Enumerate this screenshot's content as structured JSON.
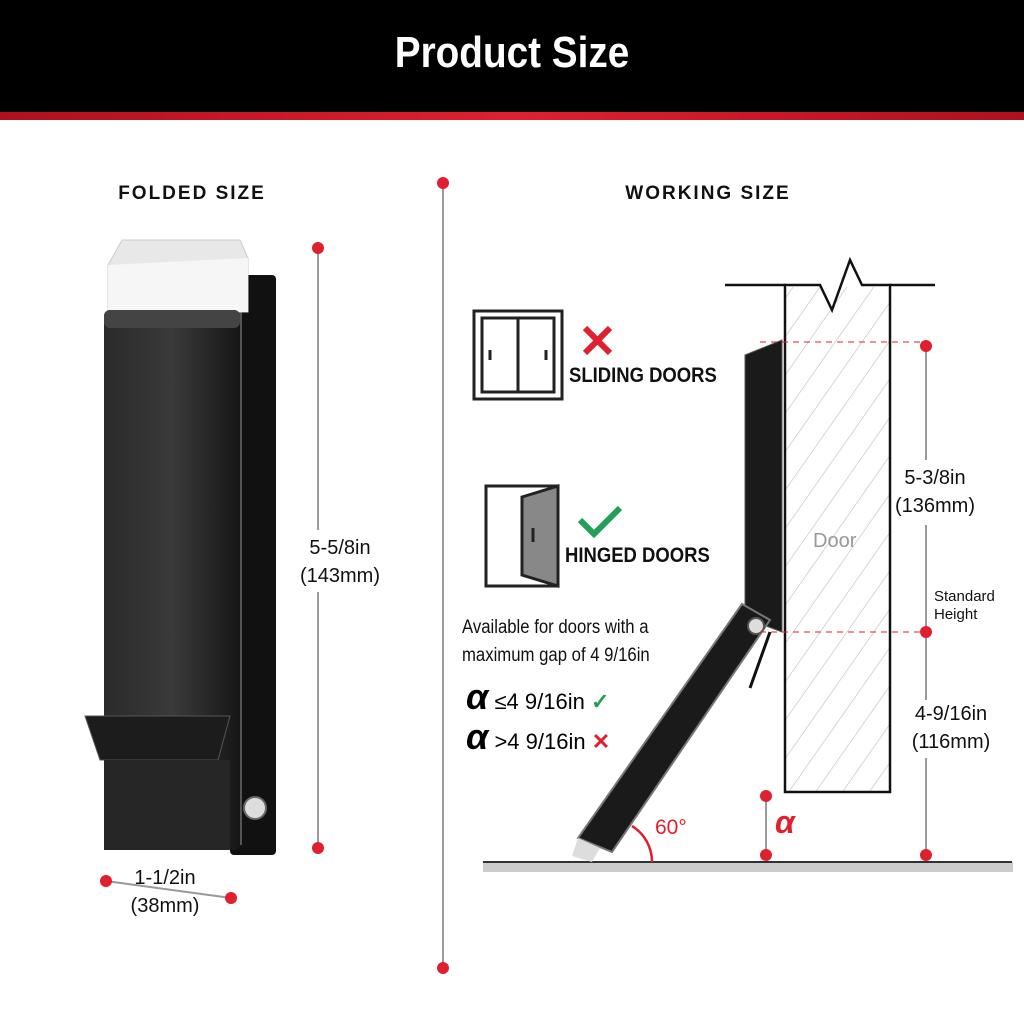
{
  "header": {
    "title": "Product Size"
  },
  "folded": {
    "heading": "FOLDED SIZE",
    "height_in": "5-5/8in",
    "height_mm": "(143mm)",
    "width_in": "1-1/2in",
    "width_mm": "(38mm)"
  },
  "working": {
    "heading": "WORKING SIZE",
    "sliding_label": "SLIDING DOORS",
    "hinged_label": "HINGED DOORS",
    "note_line1": "Available for doors with a",
    "note_line2": "maximum gap of 4 9/16in",
    "alpha_ok": "≤4 9/16in",
    "alpha_bad": ">4 9/16in",
    "alpha_symbol": "α",
    "door_label": "Door",
    "upper_in": "5-3/8in",
    "upper_mm": "(136mm)",
    "standard_height": [
      "Standard",
      "Height"
    ],
    "lower_in": "4-9/16in",
    "lower_mm": "(116mm)",
    "angle": "60°"
  },
  "colors": {
    "accent": "#e0202e",
    "ok": "#22a05a",
    "product": "#1a1a1a"
  }
}
